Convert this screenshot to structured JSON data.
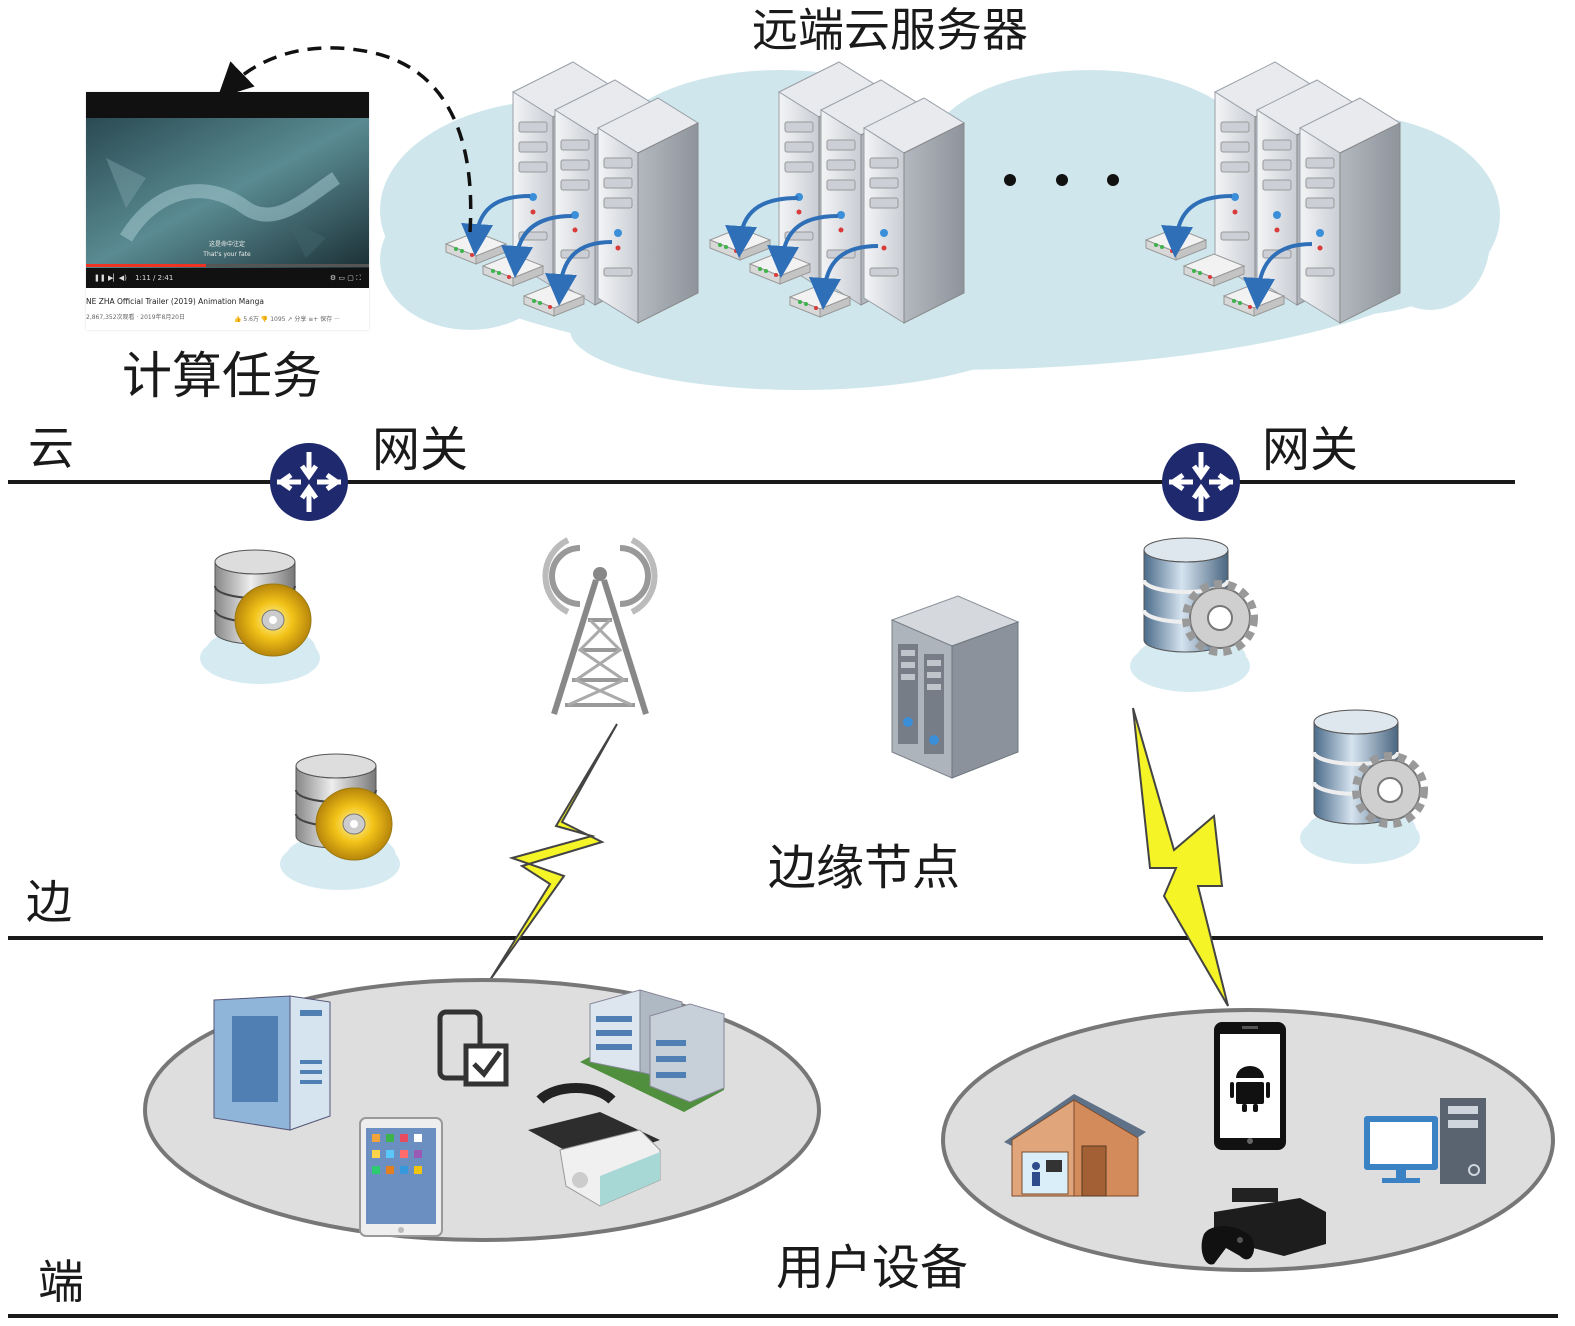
{
  "title": "远端云服务器",
  "task_label": "计算任务",
  "gateway_left": "网关",
  "gateway_right": "网关",
  "edge_label": "边缘节点",
  "user_label": "用户设备",
  "layers": {
    "cloud": "云",
    "edge": "边",
    "end": "端"
  },
  "video": {
    "title": "NE ZHA Official Trailer (2019) Animation Manga",
    "views": "2,867,352次观看 · 2019年8月20日",
    "stats": "👍 5.6万   👎 1095   ↗ 分享   ≡+ 保存   ···",
    "time": "1:11 / 2:41",
    "subtitle_cn": "这是命中注定",
    "subtitle_en": "That's your fate"
  },
  "colors": {
    "cloud_fill": "#cfe7ec",
    "gateway": "#1f2a6e",
    "lightning": "#f4f427",
    "arrow": "#2f6fb8",
    "ellipse_fill": "#dedede"
  }
}
